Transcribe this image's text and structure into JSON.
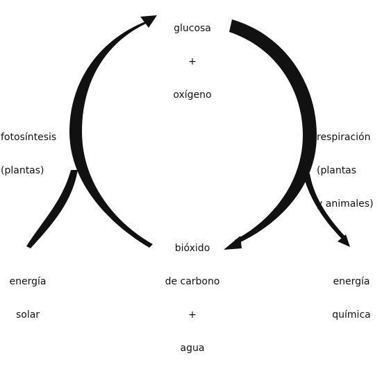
{
  "diagram": {
    "top_node": {
      "line1": "glucosa",
      "plus": "+",
      "line2": "oxígeno"
    },
    "bottom_node": {
      "line1": "bióxido",
      "line2": "de carbono",
      "plus": "+",
      "line3": "agua"
    },
    "left_process": {
      "line1": "fotosíntesis",
      "line2": "(plantas)"
    },
    "right_process": {
      "line1": "respiración",
      "line2": "(plantas",
      "line3": "y animales)"
    },
    "input": {
      "line1": "energía",
      "line2": "solar"
    },
    "output": {
      "line1": "energía",
      "line2": "química"
    },
    "stroke_color": "#111111"
  }
}
